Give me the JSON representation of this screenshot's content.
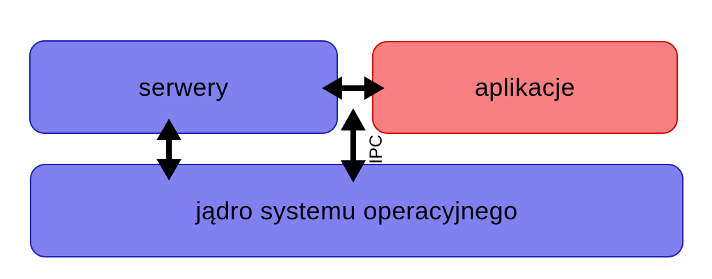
{
  "diagram": {
    "title": "microkernel operating system structure",
    "background_color": "#ffffff",
    "arrow_color": "#000000",
    "boxes": [
      {
        "id": "servers",
        "label": "serwery",
        "fill": "#8080f0",
        "border": "#2020b0"
      },
      {
        "id": "applications",
        "label": "aplikacje",
        "fill": "#f88080",
        "border": "#d40000"
      },
      {
        "id": "kernel",
        "label": "jądro systemu operacyjnego",
        "fill": "#8080f0",
        "border": "#2020b0"
      }
    ],
    "arrows": [
      {
        "id": "servers-applications",
        "type": "horizontal-double-headed",
        "from": "serwery",
        "to": "aplikacje"
      },
      {
        "id": "servers-kernel",
        "type": "vertical-double-headed",
        "from": "serwery",
        "to": "jądro systemu operacyjnego"
      },
      {
        "id": "applications-kernel",
        "type": "vertical-double-headed",
        "from": "aplikacje",
        "to": "jądro systemu operacyjnego",
        "label": "IPC"
      }
    ]
  }
}
